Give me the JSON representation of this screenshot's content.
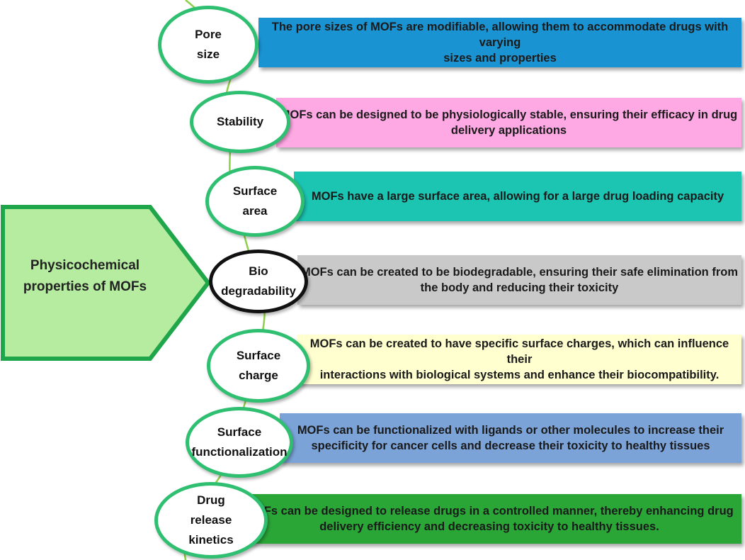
{
  "main": {
    "label": "Physicochemical\nproperties of MOFs",
    "fill": "#b5eca0",
    "stroke": "#1fa64a"
  },
  "stem_color": "#8fcf4a",
  "properties": [
    {
      "title": "Pore\nsize",
      "description": "The pore sizes of MOFs are modifiable, allowing them to accommodate drugs with varying\nsizes and properties",
      "color": "#1a93d3"
    },
    {
      "title": "Stability",
      "description": "MOFs can be designed to be physiologically stable, ensuring their efficacy in drug\ndelivery applications",
      "color": "#ffa9e4"
    },
    {
      "title": "Surface\narea",
      "description": "MOFs have a large surface area, allowing for a large drug loading capacity",
      "color": "#1cc4b2"
    },
    {
      "title": "Bio\ndegradability",
      "description": "MOFs can be created to be biodegradable, ensuring their safe elimination from\nthe body and reducing their toxicity",
      "color": "#c9c9c9"
    },
    {
      "title": "Surface\ncharge",
      "description": "MOFs can be created to have specific surface charges, which can influence their\ninteractions with biological systems and enhance their biocompatibility.",
      "color": "#ffffd0"
    },
    {
      "title": "Surface\nfunctionalization",
      "description": "MOFs can be functionalized with ligands or other molecules to increase their\nspecificity for cancer cells and decrease their toxicity to healthy tissues",
      "color": "#7ba3d8"
    },
    {
      "title": "Drug\nrelease\nkinetics",
      "description": "MOFs can be designed to release drugs in a controlled manner, thereby enhancing drug\ndelivery efficiency and decreasing toxicity to healthy tissues.",
      "color": "#2aa637"
    }
  ]
}
